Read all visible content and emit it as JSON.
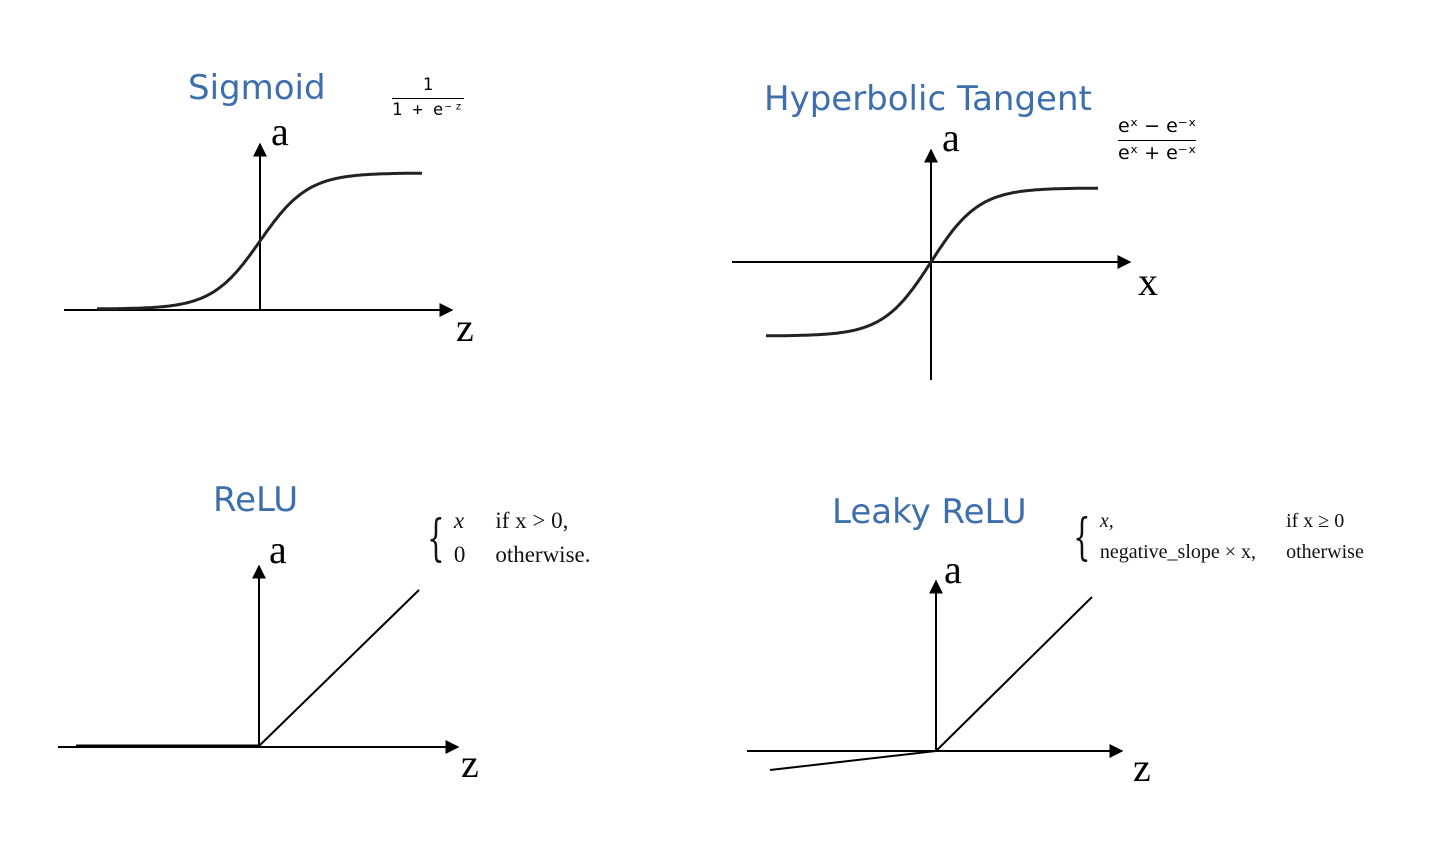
{
  "panels": {
    "sigmoid": {
      "title": "Sigmoid",
      "formula": {
        "numerator": "1",
        "denominator": "1 + e⁻ᶻ"
      },
      "y_axis": "a",
      "x_axis": "z"
    },
    "tanh": {
      "title": "Hyperbolic Tangent",
      "formula": {
        "numerator": "eˣ − e⁻ˣ",
        "denominator": "eˣ + e⁻ˣ"
      },
      "y_axis": "a",
      "x_axis": "x"
    },
    "relu": {
      "title": "ReLU",
      "formula": {
        "row1_value": "x",
        "row1_condition": "if x > 0,",
        "row2_value": "0",
        "row2_condition": "otherwise."
      },
      "y_axis": "a",
      "x_axis": "z"
    },
    "leaky_relu": {
      "title": "Leaky ReLU",
      "formula": {
        "row1_value": "x,",
        "row1_condition": "if x ≥ 0",
        "row2_value": "negative_slope × x,",
        "row2_condition": "otherwise"
      },
      "y_axis": "a",
      "x_axis": "z"
    }
  },
  "colors": {
    "title": "#3d6fae",
    "curve": "#222222",
    "axis": "#000000"
  }
}
